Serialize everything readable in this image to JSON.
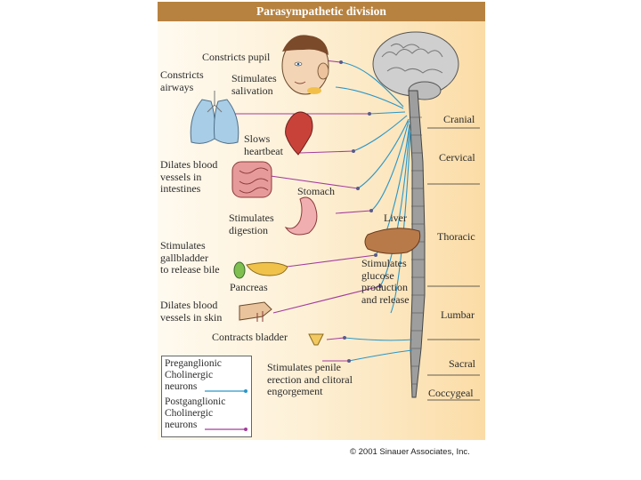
{
  "title": "Parasympathetic division",
  "credit": "© 2001 Sinauer Associates, Inc.",
  "colors": {
    "preganglionic": "#2a96c8",
    "postganglionic": "#a33c9c",
    "title_bg": "#b7823f"
  },
  "labels": {
    "pupil": "Constricts pupil",
    "airways": "Constricts\nairways",
    "salivation": "Stimulates\nsalivation",
    "heart": "Slows\nheartbeat",
    "intestines": "Dilates blood\nvessels in\nintestines",
    "stomach": "Stomach",
    "digestion": "Stimulates\ndigestion",
    "liver": "Liver",
    "gallbladder": "Stimulates\ngallbladder\nto release bile",
    "glucose": "Stimulates\nglucose\nproduction\nand release",
    "pancreas": "Pancreas",
    "skin": "Dilates blood\nvessels in skin",
    "bladder": "Contracts bladder",
    "penile": "Stimulates penile\nerection and clitoral\nengorgement"
  },
  "regions": [
    "Cranial",
    "Cervical",
    "Thoracic",
    "Lumbar",
    "Sacral",
    "Coccygeal"
  ],
  "legend": {
    "preganglionic": "Preganglionic\nCholinergic\nneurons",
    "postganglionic": "Postganglionic\nCholinergic\nneurons"
  }
}
